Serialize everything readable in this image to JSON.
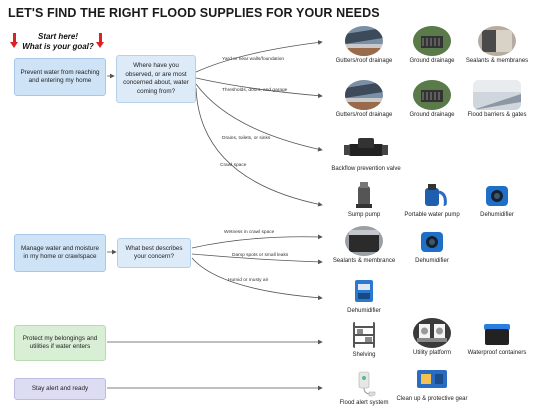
{
  "title": "LET'S FIND THE RIGHT FLOOD SUPPLIES FOR YOUR NEEDS",
  "start_text": "Start here!",
  "goal_question": "What is your goal?",
  "goals": {
    "prevent": "Prevent water from reaching and entering my home",
    "manage": "Manage water and moisture in my home or crawlspace",
    "protect": "Protect my belongings and utilities if water enters",
    "alert": "Stay alert and ready"
  },
  "questions": {
    "where": "Where have you observed, or are most concerned about, water coming from?",
    "describe": "What best describes your concern?"
  },
  "branches": {
    "yard": "Yard or near walls/foundation",
    "thresholds": "Thresholds, doors, and garage",
    "drains": "Drains, toilets, or sinks",
    "crawl": "Crawl space",
    "wetness": "Wetness in crawl space",
    "damp": "Damp spots or small leaks",
    "humid": "Humid or musty air"
  },
  "products": {
    "row1": [
      "Gutters/roof drainage",
      "Ground drainage",
      "Sealants & membranes"
    ],
    "row2": [
      "Gutters/roof drainage",
      "Ground drainage",
      "Flood barriers & gates"
    ],
    "backflow": "Backflow prevention valve",
    "row4": [
      "Sump pump",
      "Portable water pump",
      "Dehumidifier"
    ],
    "row5": [
      "Sealants & membrance",
      "Dehumidifier"
    ],
    "row6": "Dehumidifier",
    "row7": [
      "Shelving",
      "Utility platform",
      "Waterproof containers"
    ],
    "row8": [
      "Flood alert system",
      "Clean up & protective gear"
    ]
  },
  "colors": {
    "arrow_red": "#dd2222",
    "goal_blue": "#cfe3f6",
    "goal_green": "#d9efd5",
    "goal_purple": "#dcdcf2",
    "connector": "#555555"
  }
}
